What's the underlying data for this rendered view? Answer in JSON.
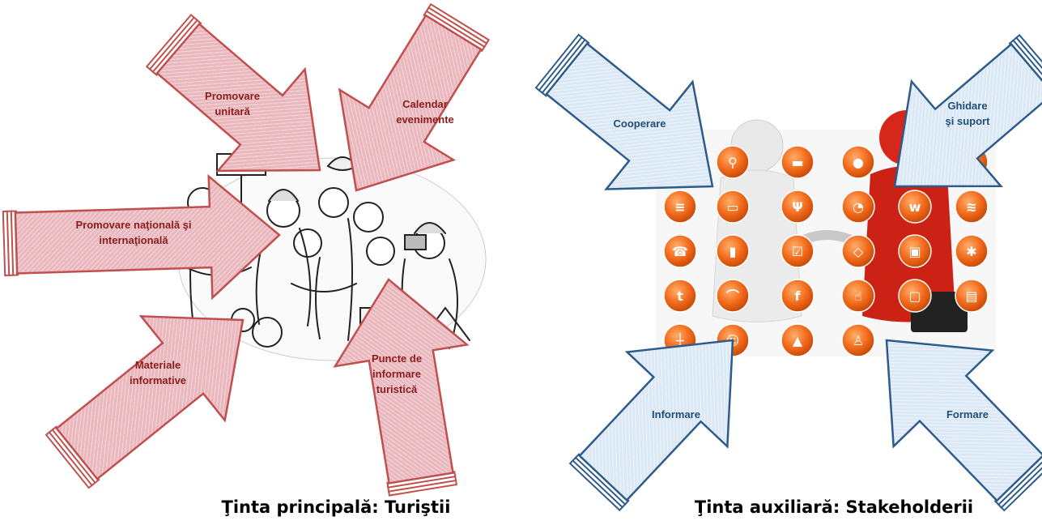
{
  "left_panel": {
    "arrows": [
      {
        "id": "promovare-unitara",
        "lines": [
          "Promovare",
          "unitară"
        ]
      },
      {
        "id": "calendar-evenimente",
        "lines": [
          "Calendar",
          "evenimente"
        ]
      },
      {
        "id": "promovare-nationala",
        "lines": [
          "Promovare naţională şi",
          "internaţională"
        ]
      },
      {
        "id": "materiale-informative",
        "lines": [
          "Materiale",
          "informative"
        ]
      },
      {
        "id": "puncte-informare",
        "lines": [
          "Puncte de",
          "informare",
          "turistică"
        ]
      }
    ],
    "caption": "Ţinta principală: Turiştii",
    "arrow_fill": "#e9b8bf",
    "arrow_stroke": "#c0504d"
  },
  "right_panel": {
    "arrows": [
      {
        "id": "cooperare",
        "lines": [
          "Cooperare"
        ]
      },
      {
        "id": "ghidare-suport",
        "lines": [
          "Ghidare",
          "şi suport"
        ]
      },
      {
        "id": "informare",
        "lines": [
          "Informare"
        ]
      },
      {
        "id": "formare",
        "lines": [
          "Formare"
        ]
      }
    ],
    "caption": "Ţinta auxiliară: Stakeholderii",
    "arrow_fill": "#dbe8f5",
    "arrow_stroke": "#2e5c8a",
    "icon_color": "#f26a1b",
    "icons": [
      "bicycle-icon",
      "car-icon",
      "map-pin-icon",
      "phone-app-icon",
      "airplane-icon",
      "helicopter-icon",
      "bed-icon",
      "restaurant-icon",
      "pie-chart-icon",
      "www-icon",
      "wifi-icon",
      "telephone-icon",
      "fuel-icon",
      "checkbox-icon",
      "ticket-icon",
      "contact-card-icon",
      "medical-icon",
      "twitter-icon",
      "cruise-icon",
      "facebook-icon",
      "thumbs-up-icon",
      "tv-icon",
      "bus-icon",
      "scepter-icon",
      "reader-icon",
      "graduation-cap-icon",
      "desk-icon"
    ]
  }
}
